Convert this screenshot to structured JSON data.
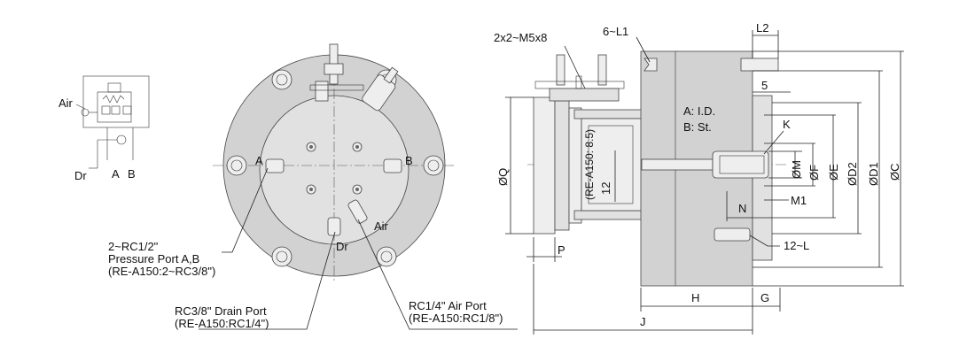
{
  "colors": {
    "body": "#d2d2d2",
    "face": "#e1e1e1",
    "light": "#eeeeee",
    "line": "#222222"
  },
  "schematic": {
    "air": "Air",
    "dr": "Dr",
    "a": "A",
    "b": "B"
  },
  "front_view": {
    "port_a": "A",
    "port_b": "B",
    "port_dr": "Dr",
    "port_air": "Air",
    "callout_pressure": {
      "line1": "2~RC1/2\"",
      "line2": "Pressure Port A,B",
      "line3": "(RE-A150:2~RC3/8\")"
    },
    "callout_drain": {
      "line1": "RC3/8\"  Drain Port",
      "line2": "(RE-A150:RC1/4\")"
    },
    "callout_air": {
      "line1": "RC1/4\"  Air Port",
      "line2": "(RE-A150:RC1/8\")"
    }
  },
  "side_view": {
    "screws": "2x2~M5x8",
    "six_l1": "6~L1",
    "l2": "L2",
    "five": "5",
    "legend_a": "A: I.D.",
    "legend_b": "B: St.",
    "k": "K",
    "dia_q": "ØQ",
    "re_note": "(RE-A150: 8.5)",
    "twelve": "12",
    "dia_m": "ØM",
    "dia_f": "ØF",
    "dia_e": "ØE",
    "dia_d2": "ØD2",
    "dia_d1": "ØD1",
    "dia_c": "ØC",
    "n": "N",
    "m1": "M1",
    "twelve_l": "12~L",
    "p": "P",
    "h": "H",
    "g": "G",
    "j": "J"
  }
}
